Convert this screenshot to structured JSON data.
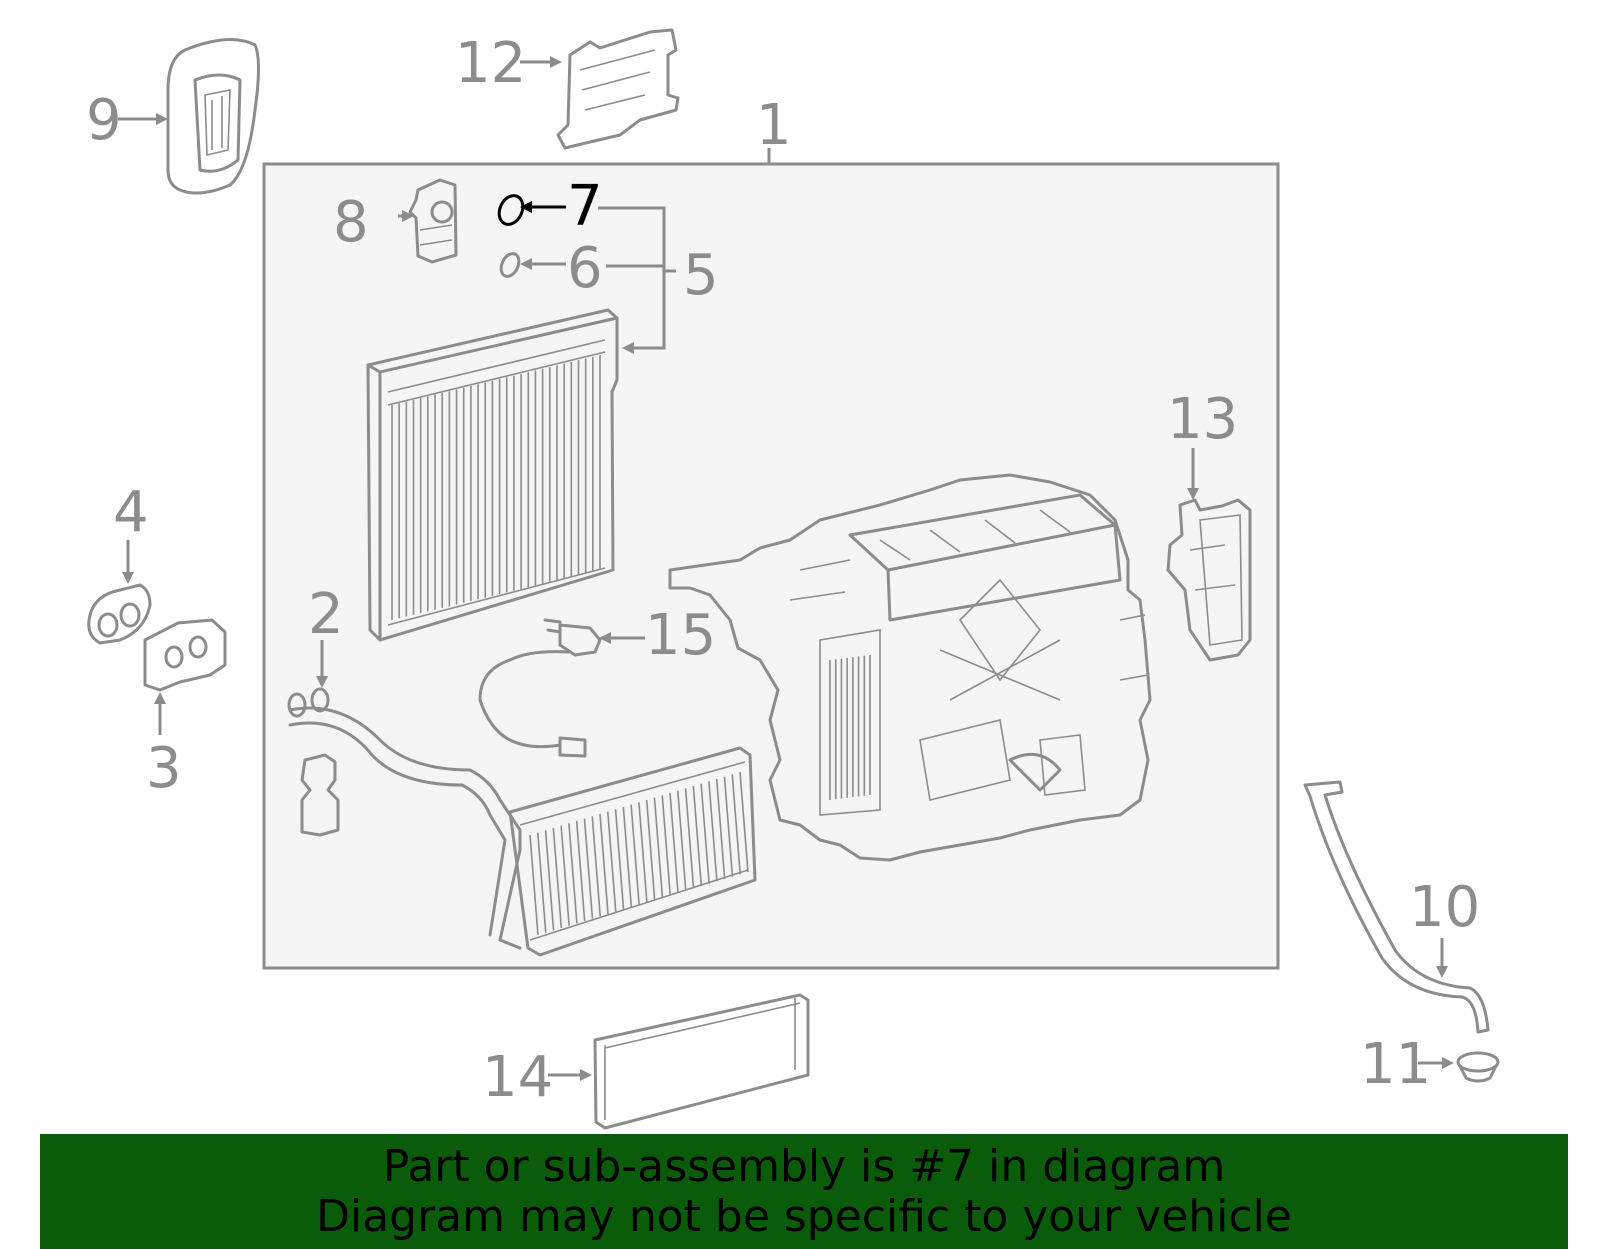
{
  "diagram": {
    "callouts": [
      {
        "number": "1",
        "name": "hvac-unit-assembly"
      },
      {
        "number": "2",
        "name": "heater-core-pipes"
      },
      {
        "number": "3",
        "name": "plate"
      },
      {
        "number": "4",
        "name": "grommet"
      },
      {
        "number": "5",
        "name": "evaporator"
      },
      {
        "number": "6",
        "name": "o-ring-small"
      },
      {
        "number": "7",
        "name": "o-ring",
        "highlighted": true
      },
      {
        "number": "8",
        "name": "expansion-valve"
      },
      {
        "number": "9",
        "name": "vent-grille"
      },
      {
        "number": "10",
        "name": "drain-hose"
      },
      {
        "number": "11",
        "name": "clip"
      },
      {
        "number": "12",
        "name": "control-module"
      },
      {
        "number": "13",
        "name": "bracket"
      },
      {
        "number": "14",
        "name": "cabin-filter"
      },
      {
        "number": "15",
        "name": "sensor"
      }
    ],
    "highlighted_part": "7",
    "colors": {
      "line": "#8c8c8c",
      "highlight": "#000000",
      "banner": "#0a5c0a",
      "box_fill": "#f5f5f5"
    }
  },
  "banner": {
    "line1": "Part or sub-assembly is #7 in diagram",
    "line2": "Diagram may not be specific to your vehicle"
  }
}
